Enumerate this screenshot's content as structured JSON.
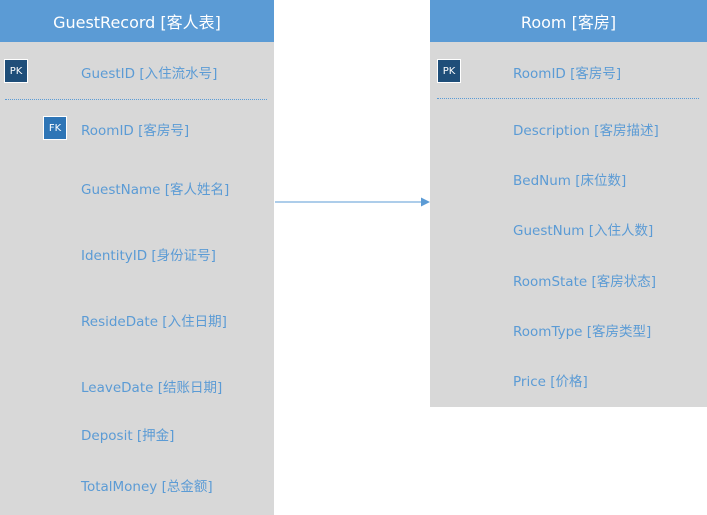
{
  "entities": {
    "guest_record": {
      "title": "GuestRecord [客人表]",
      "pk_badge": "PK",
      "fk_badge": "FK",
      "fields": [
        "GuestID [入住流水号]",
        "RoomID [客房号]",
        "GuestName [客人姓名]",
        "IdentityID [身份证号]",
        "ResideDate [入住日期]",
        "LeaveDate [结账日期]",
        "Deposit [押金]",
        "TotalMoney [总金额]"
      ]
    },
    "room": {
      "title": "Room [客房]",
      "pk_badge": "PK",
      "fields": [
        "RoomID [客房号]",
        "Description [客房描述]",
        "BedNum [床位数]",
        "GuestNum [入住人数]",
        "RoomState [客房状态]",
        "RoomType [客房类型]",
        "Price [价格]"
      ]
    }
  },
  "relationship": {
    "from": "GuestRecord.RoomID",
    "to": "Room.RoomID"
  },
  "colors": {
    "header": "#5b9bd5",
    "body": "#d8d8d8",
    "text": "#5b9bd5",
    "pk_badge": "#1f4e79",
    "fk_badge": "#2e75b6"
  }
}
